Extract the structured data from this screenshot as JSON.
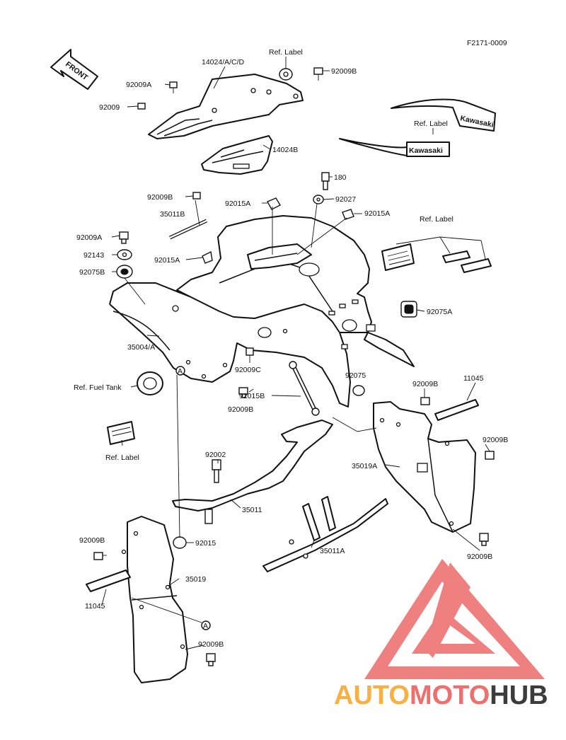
{
  "figure_code": "F2171-0009",
  "front_arrow": "FRONT",
  "brand_decal": "Kawasaki",
  "callout_letter": "A",
  "labels": {
    "p14024acd": "14024/A/C/D",
    "ref_label": "Ref. Label",
    "p92009b": "92009B",
    "p92009a": "92009A",
    "p92009": "92009",
    "p14024b": "14024B",
    "p180": "180",
    "p92027": "92027",
    "p92015a": "92015A",
    "p35011b": "35011B",
    "p92143": "92143",
    "p92075b": "92075B",
    "p92075a": "92075A",
    "p35004a": "35004/A",
    "p92009c": "92009C",
    "p92075": "92075",
    "p11045": "11045",
    "ref_fuel_tank": "Ref. Fuel Tank",
    "p92015b": "92015B",
    "p35019a": "35019A",
    "p92002": "92002",
    "p35011": "35011",
    "p92015": "92015",
    "p35011a": "35011A",
    "p35019": "35019"
  },
  "watermark": {
    "part1": "AUTO",
    "part2": "MOTO",
    "part3": "HUB",
    "color1": "#F7B046",
    "color2": "#EE6F6C",
    "color3": "#3C3C3C",
    "logo_color": "#EC6A6A"
  }
}
